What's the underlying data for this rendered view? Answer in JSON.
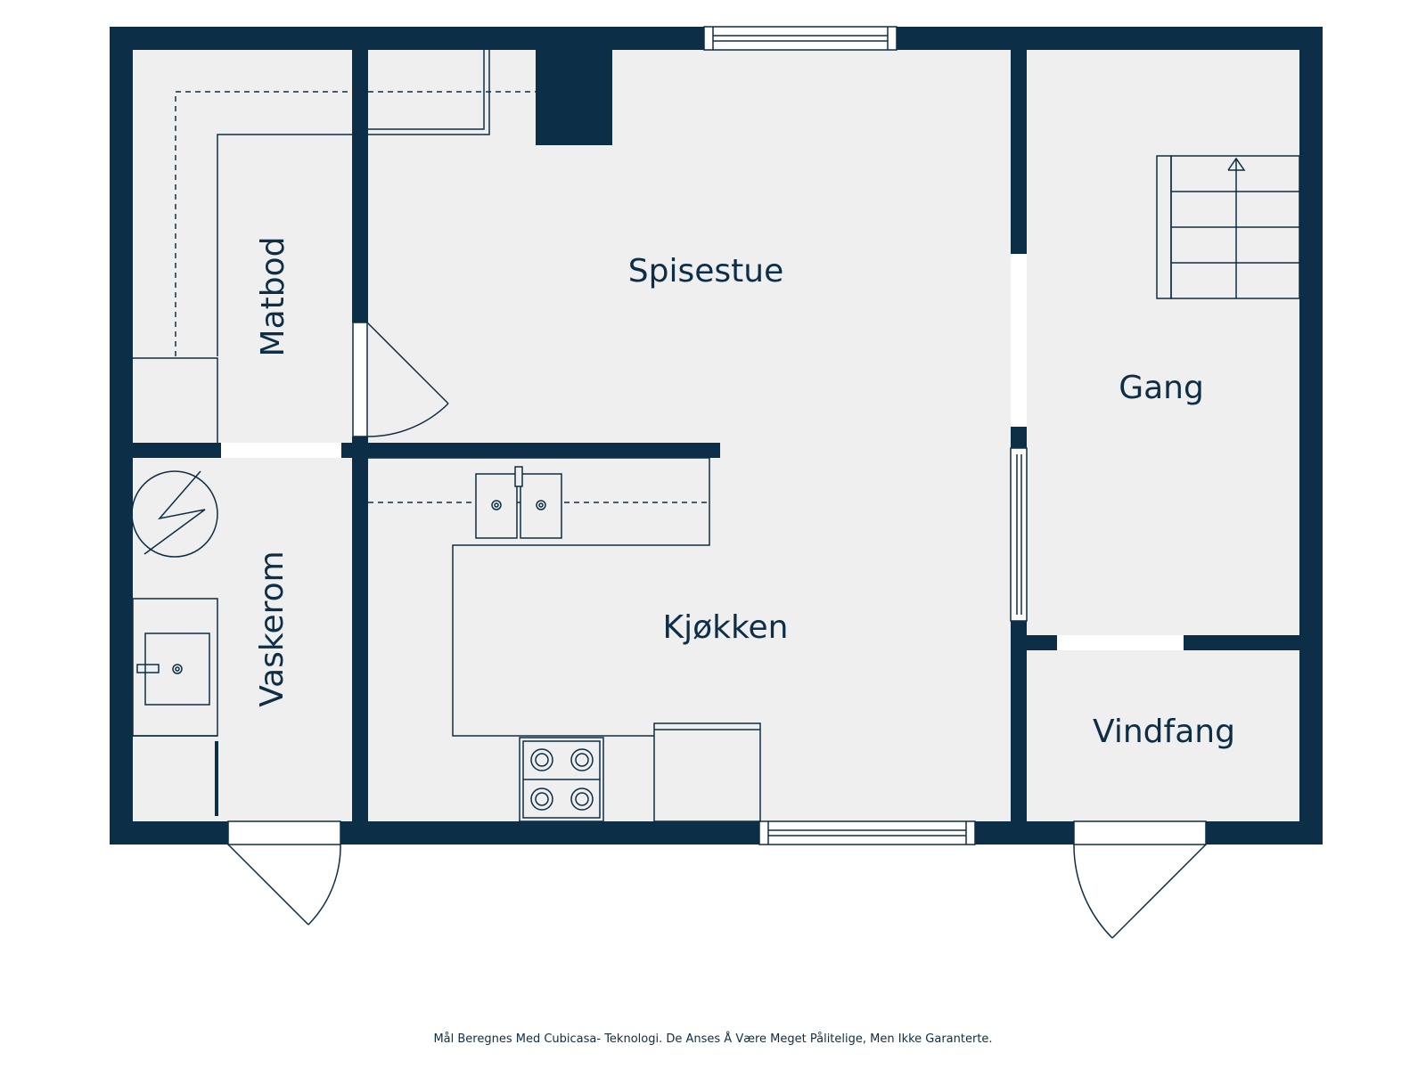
{
  "rooms": {
    "spisestue": "Spisestue",
    "gang": "Gang",
    "matbod": "Matbod",
    "kjokken": "Kjøkken",
    "vaskerom": "Vaskerom",
    "vindfang": "Vindfang"
  },
  "footer": {
    "disclaimer": "Mål Beregnes Med Cubicasa- Teknologi. De Anses Å Være Meget Pålitelige, Men Ikke Garanterte."
  },
  "colors": {
    "wall": "#0d2e47",
    "floor": "#efefef",
    "background": "#ffffff"
  }
}
